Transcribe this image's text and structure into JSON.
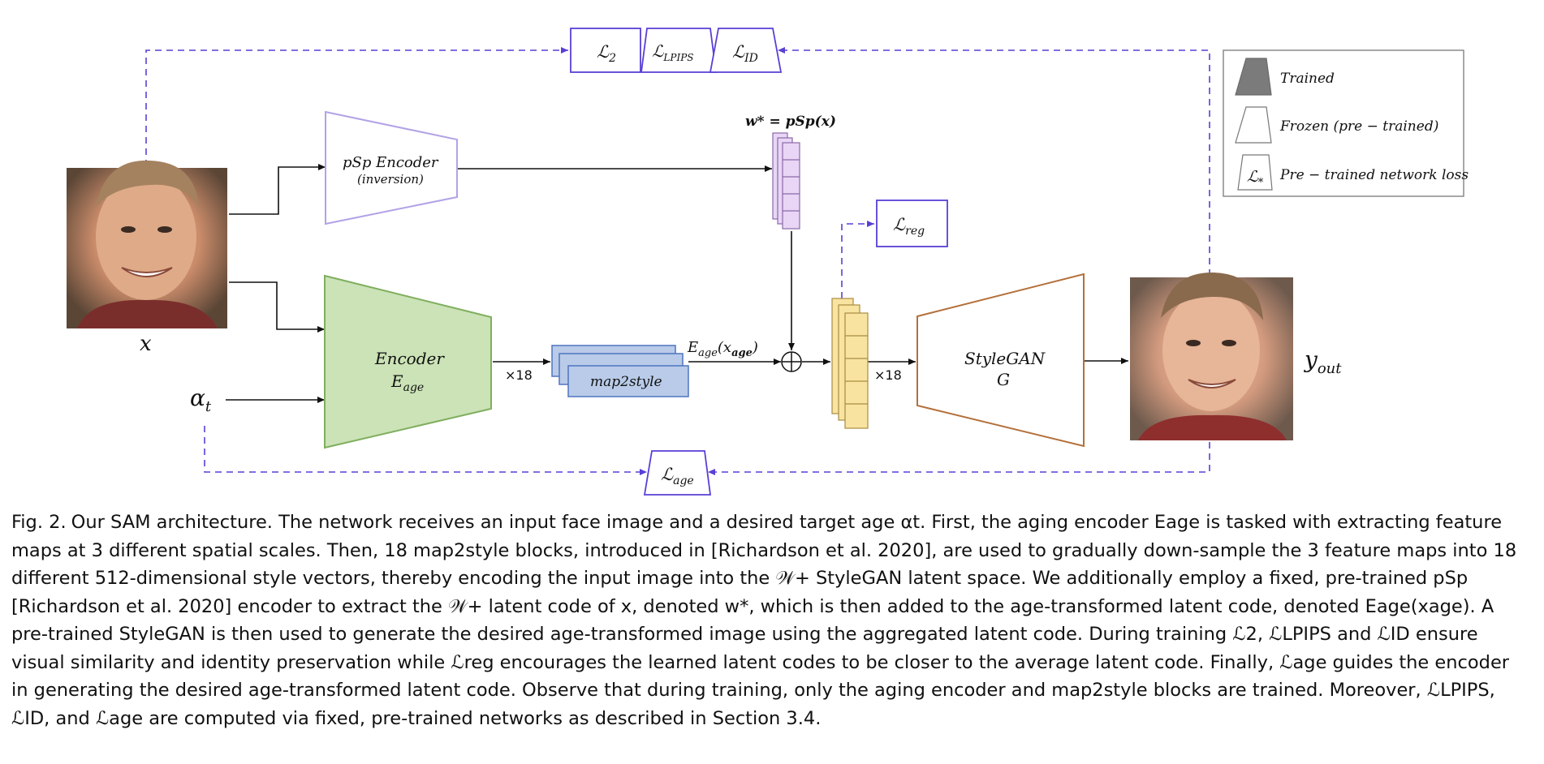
{
  "diagram": {
    "input_label": "x",
    "alpha_label": "α",
    "alpha_sub": "t",
    "output_label": "y",
    "output_sub": "out",
    "psp_encoder": {
      "line1": "pSp  Encoder",
      "line2": "(inversion)"
    },
    "age_encoder": {
      "line1": "Encoder",
      "line2": "E",
      "line2_sub": "age"
    },
    "map2style_label": "map2style",
    "x18_left": "×18",
    "x18_right": "×18",
    "w_star_label": "w* = pSp(x)",
    "e_age_label": "E",
    "e_age_sub": "age",
    "e_age_arg": "(x",
    "e_age_arg_sub": "age",
    "e_age_close": ")",
    "stylegan": {
      "line1": "StyleGAN",
      "line2": "G"
    },
    "losses": {
      "l2": {
        "main": "ℒ",
        "sub": "2"
      },
      "lpips": {
        "main": "ℒ",
        "sub": "LPIPS"
      },
      "lid": {
        "main": "ℒ",
        "sub": "ID"
      },
      "lreg": {
        "main": "ℒ",
        "sub": "reg"
      },
      "lage": {
        "main": "ℒ",
        "sub": "age"
      }
    },
    "legend": {
      "trained": "Trained",
      "frozen": "Frozen (pre − trained)",
      "loss_symbol": "ℒ",
      "loss_symbol_sub": "*",
      "loss": "Pre − trained network loss"
    },
    "colors": {
      "encoder_fill": "#cbe3b6",
      "encoder_stroke": "#7fae5e",
      "map2style_fill": "#b9cbe8",
      "map2style_stroke": "#4f74c0",
      "wstar_fill": "#e9d6f6",
      "wstar_stroke": "#8a6aa8",
      "latent_fill": "#f8e4a0",
      "latent_stroke": "#a88c42",
      "psp_stroke": "#b3a2e6",
      "stylegan_stroke": "#b4703a",
      "loss_stroke": "#5a3fd6",
      "dashed": "#5a3fd6"
    }
  },
  "caption": {
    "fig": "Fig. 2.",
    "text": "Our SAM architecture. The network receives an input face image and a desired target age αt. First, the aging encoder Eage is tasked with extracting feature maps at 3 different spatial scales. Then, 18 map2style blocks, introduced in [Richardson et al. 2020], are used to gradually down-sample the 3 feature maps into 18 different 512-dimensional style vectors, thereby encoding the input image into the 𝒲+ StyleGAN latent space. We additionally employ a fixed, pre-trained pSp [Richardson et al. 2020] encoder to extract the 𝒲+ latent code of x, denoted w*, which is then added to the age-transformed latent code, denoted Eage(xage). A pre-trained StyleGAN is then used to generate the desired age-transformed image using the aggregated latent code. During training ℒ2, ℒLPIPS and ℒID ensure visual similarity and identity preservation while ℒreg encourages the learned latent codes to be closer to the average latent code. Finally, ℒage guides the encoder in generating the desired age-transformed latent code. Observe that during training, only the aging encoder and map2style blocks are trained. Moreover, ℒLPIPS, ℒID, and ℒage are computed via fixed, pre-trained networks as described in Section 3.4."
  }
}
